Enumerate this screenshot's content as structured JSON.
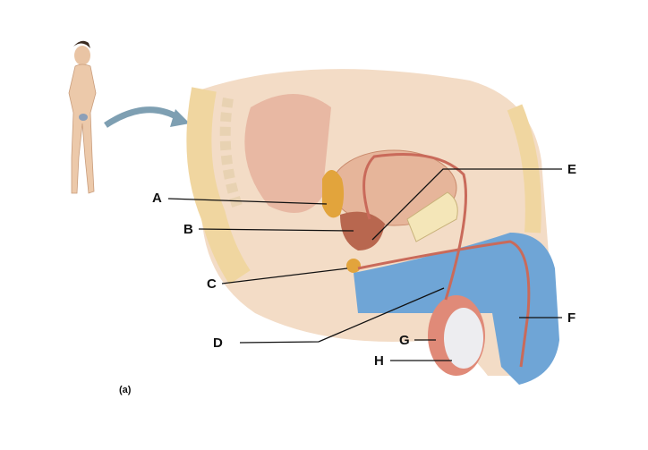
{
  "figure": {
    "panel_label": "(a)",
    "labels": [
      "A",
      "B",
      "C",
      "D",
      "E",
      "F",
      "G",
      "H"
    ]
  },
  "colors": {
    "skin": "#f3dcc6",
    "tissue": "#eab99a",
    "bone": "#f4e6b8",
    "spongy": "#6fa5d6",
    "duct": "#c96a5a",
    "arrow": "#7e9fb2"
  }
}
